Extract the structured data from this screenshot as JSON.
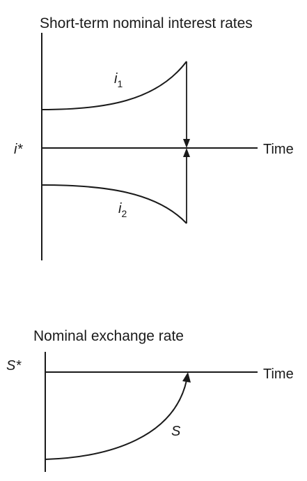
{
  "top_panel": {
    "title": "Short-term nominal interest rates",
    "equilibrium_label": "i*",
    "time_label": "Time",
    "curve_upper": {
      "symbol": "i",
      "subscript": "1"
    },
    "curve_lower": {
      "symbol": "i",
      "subscript": "2"
    }
  },
  "bottom_panel": {
    "title": "Nominal exchange rate",
    "equilibrium_label": "S*",
    "time_label": "Time",
    "curve": {
      "symbol": "S"
    }
  },
  "colors": {
    "ink": "#1a1a1a",
    "background": "#ffffff"
  }
}
